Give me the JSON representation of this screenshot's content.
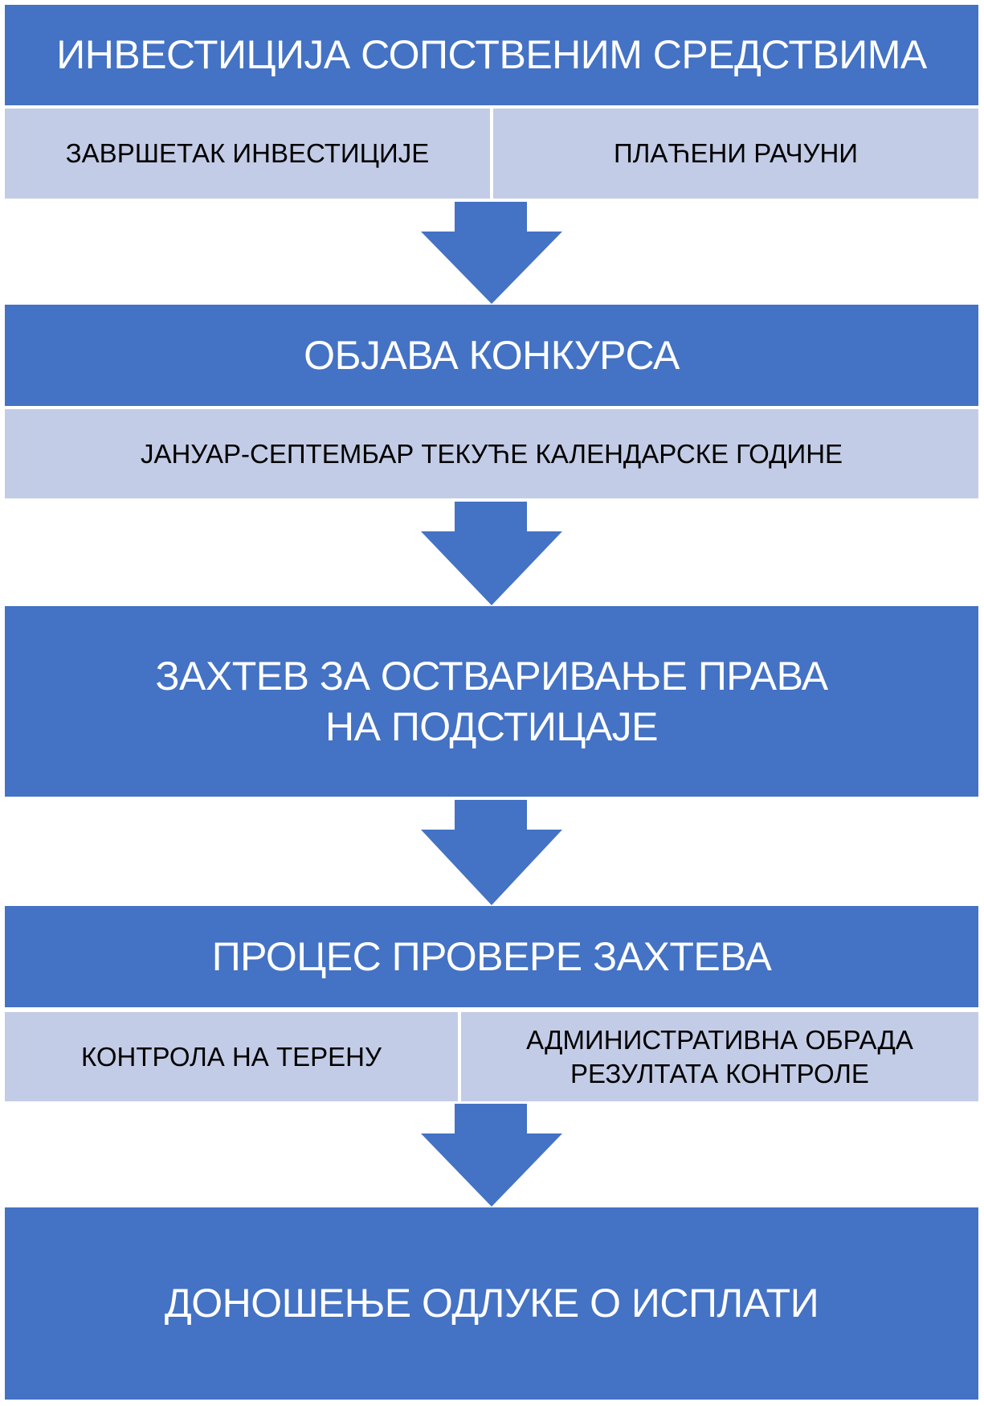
{
  "steps": [
    {
      "title": "ИНВЕСТИЦИЈА СОПСТВЕНИМ СРЕДСТВИМА",
      "details": [
        "ЗАВРШЕТАК ИНВЕСТИЦИЈЕ",
        "ПЛАЋЕНИ РАЧУНИ"
      ]
    },
    {
      "title": "ОБЈАВА КОНКУРСА",
      "details": [
        "ЈАНУАР-СЕПТЕМБАР ТЕКУЋЕ КАЛЕНДАРСКЕ ГОДИНЕ"
      ]
    },
    {
      "title": "ЗАХТЕВ ЗА ОСТВАРИВАЊЕ ПРАВА НА ПОДСТИЦАЈЕ",
      "details": []
    },
    {
      "title": "ПРОЦЕС ПРОВЕРЕ ЗАХТЕВА",
      "details": [
        "КОНТРОЛА НА ТЕРЕНУ",
        "АДМИНИСТРАТИВНА ОБРАДА РЕЗУЛТАТА КОНТРОЛЕ"
      ]
    },
    {
      "title": "ДОНОШЕЊЕ ОДЛУКЕ О ИСПЛАТИ",
      "details": []
    }
  ],
  "colors": {
    "primary": "#4472C4",
    "secondary": "#C3CCE6"
  }
}
